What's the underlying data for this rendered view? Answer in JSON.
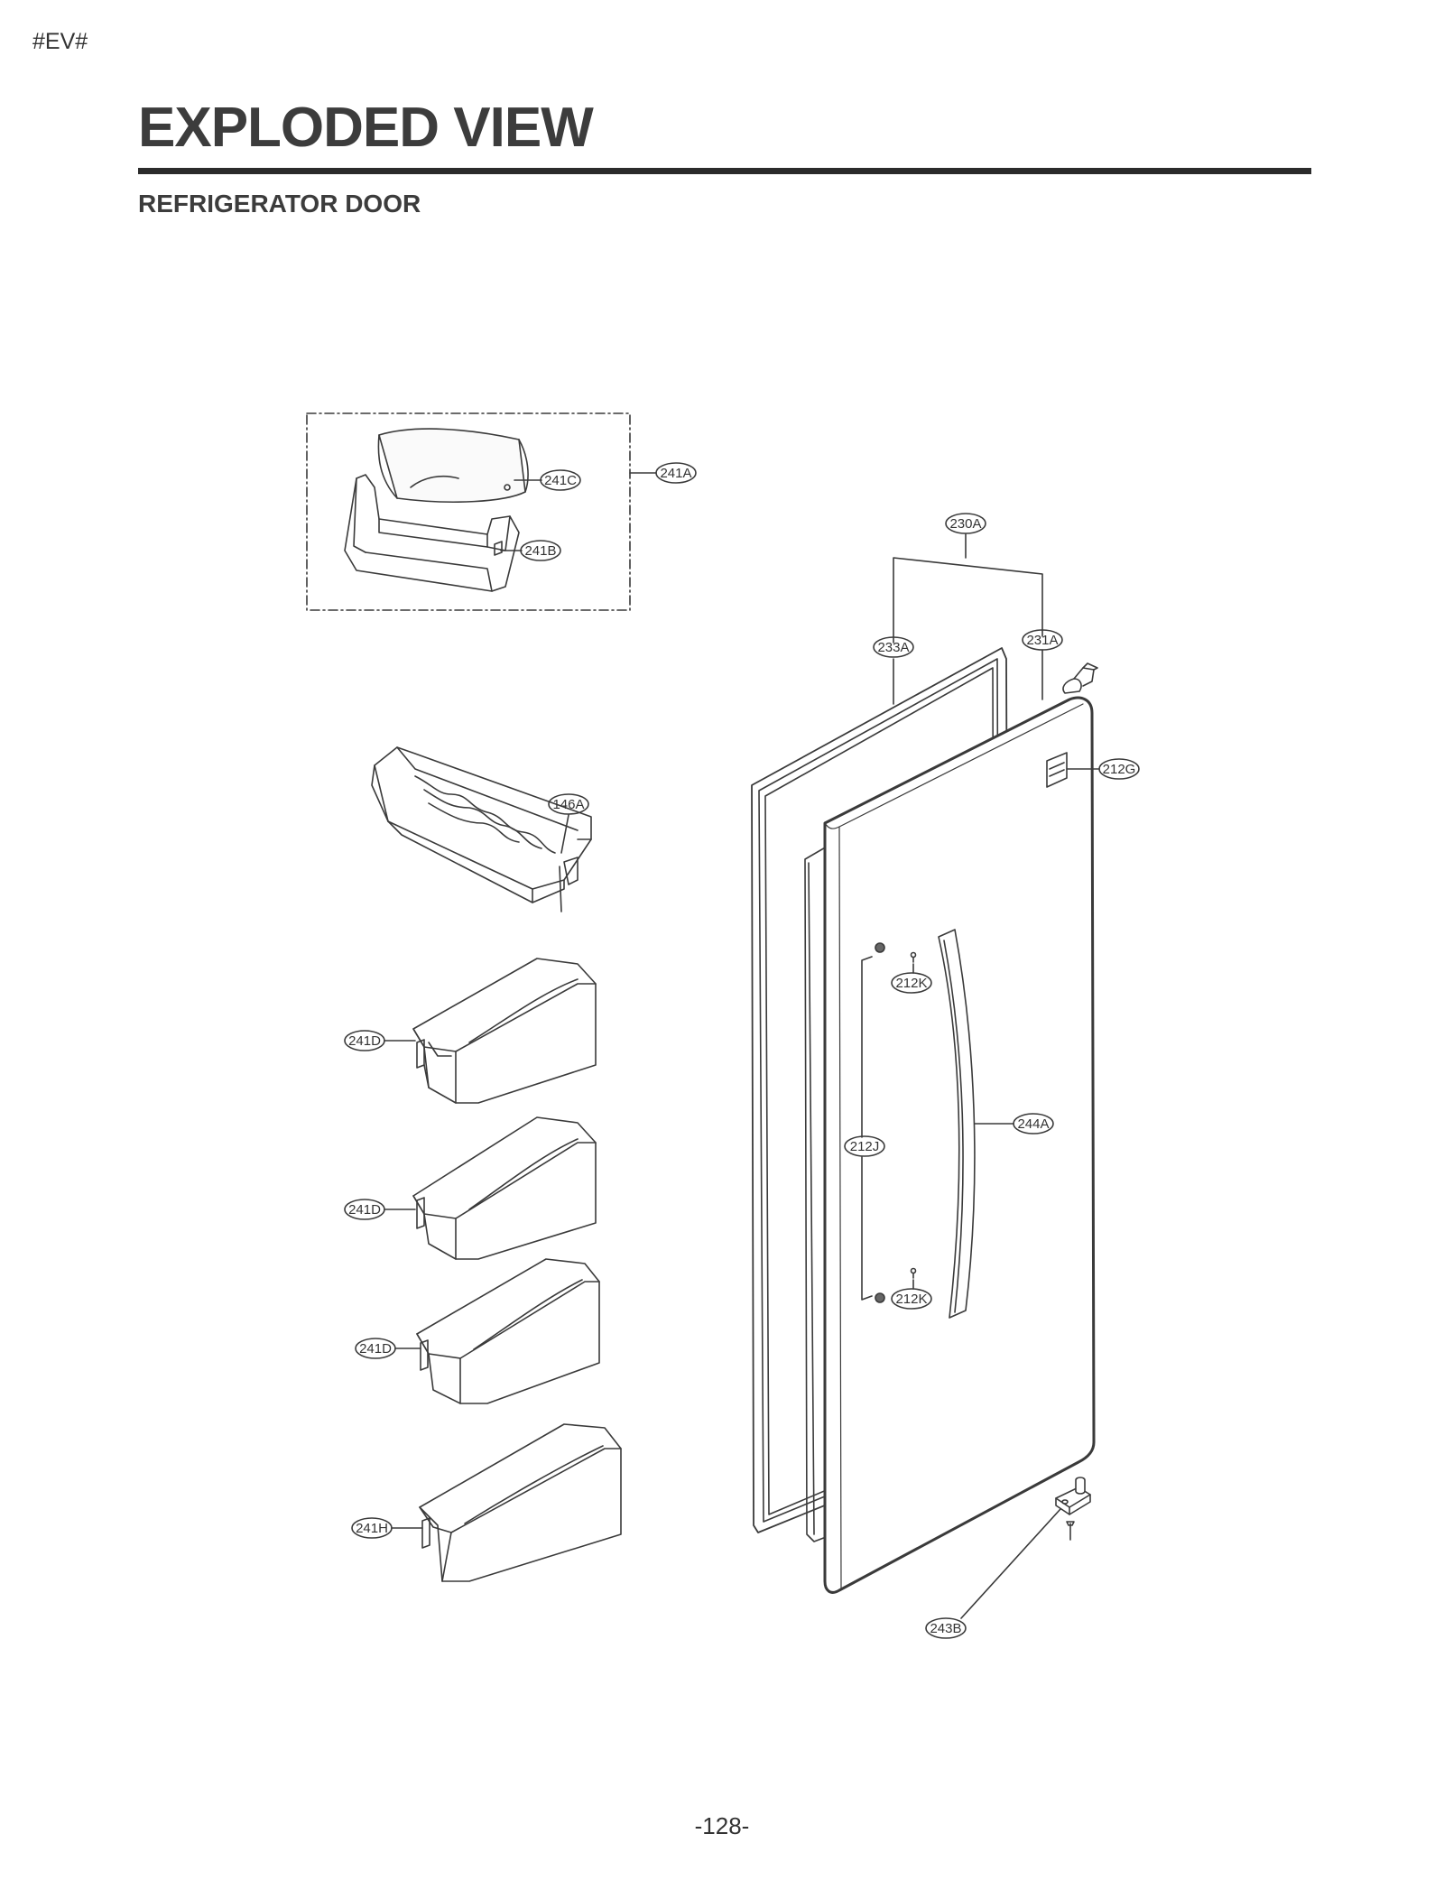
{
  "header": {
    "tag": "#EV#",
    "title": "EXPLODED VIEW",
    "subtitle": "REFRIGERATOR DOOR"
  },
  "footer": {
    "page_number": "-128-"
  },
  "callouts": {
    "c241A": "241A",
    "c241C": "241C",
    "c241B": "241B",
    "c230A": "230A",
    "c233A": "233A",
    "c231A": "231A",
    "c212G": "212G",
    "c146A": "146A",
    "c212K_top": "212K",
    "c241D_1": "241D",
    "c244A": "244A",
    "c212J": "212J",
    "c241D_2": "241D",
    "c212K_bottom": "212K",
    "c241D_3": "241D",
    "c241H": "241H",
    "c243B": "243B"
  },
  "colors": {
    "line": "#3a3a3a",
    "text": "#333333"
  }
}
